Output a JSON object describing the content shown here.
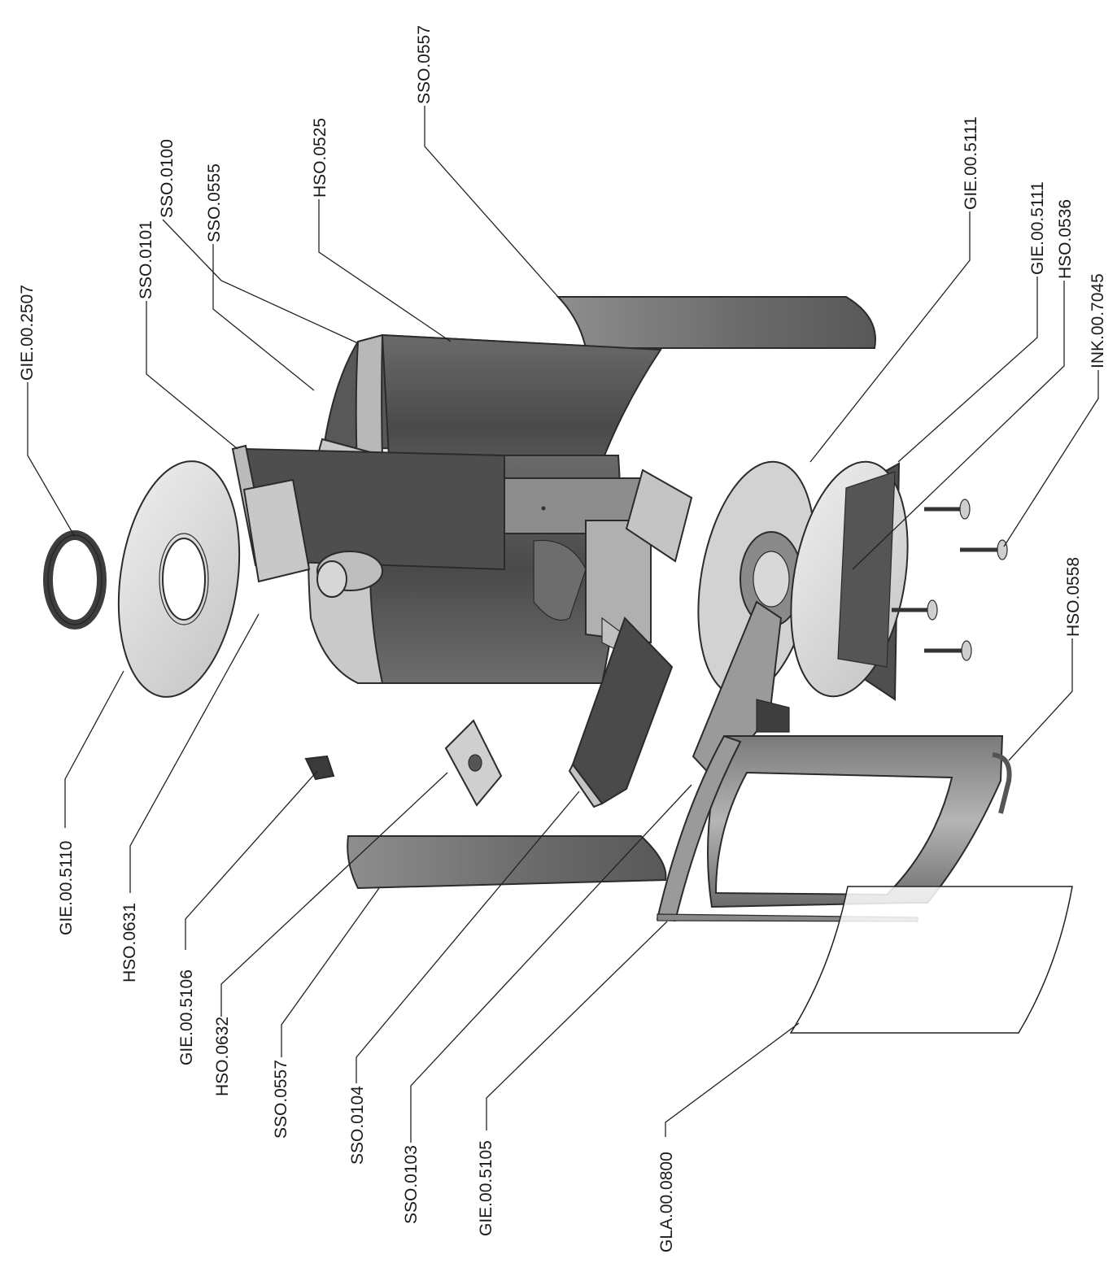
{
  "labels": {
    "l_gie_2507": "GIE.00.2507",
    "l_sso_0101": "SSO.0101",
    "l_sso_0100": "SSO.0100",
    "l_sso_0555": "SSO.0555",
    "l_hso_0525": "HSO.0525",
    "l_sso_0557_top": "SSO.0557",
    "l_gie_5111_a": "GIE.00.5111",
    "l_gie_5111_b": "GIE.00.5111",
    "l_hso_0536": "HSO.0536",
    "l_ink_7045": "INK.00.7045",
    "l_hso_0558": "HSO.0558",
    "l_gie_5110": "GIE.00.5110",
    "l_hso_0631": "HSO.0631",
    "l_gie_5106": "GIE.00.5106",
    "l_hso_0632": "HSO.0632",
    "l_sso_0557_bot": "SSO.0557",
    "l_sso_0104": "SSO.0104",
    "l_sso_0103": "SSO.0103",
    "l_gie_5105": "GIE.00.5105",
    "l_gla_0800": "GLA.00.0800"
  },
  "colors": {
    "light_part": "#d9d9d9",
    "mid_part": "#a9a9a9",
    "dark_part": "#5e5e5e",
    "darkest_part": "#3f3f3f",
    "outline": "#2b2b2b"
  }
}
